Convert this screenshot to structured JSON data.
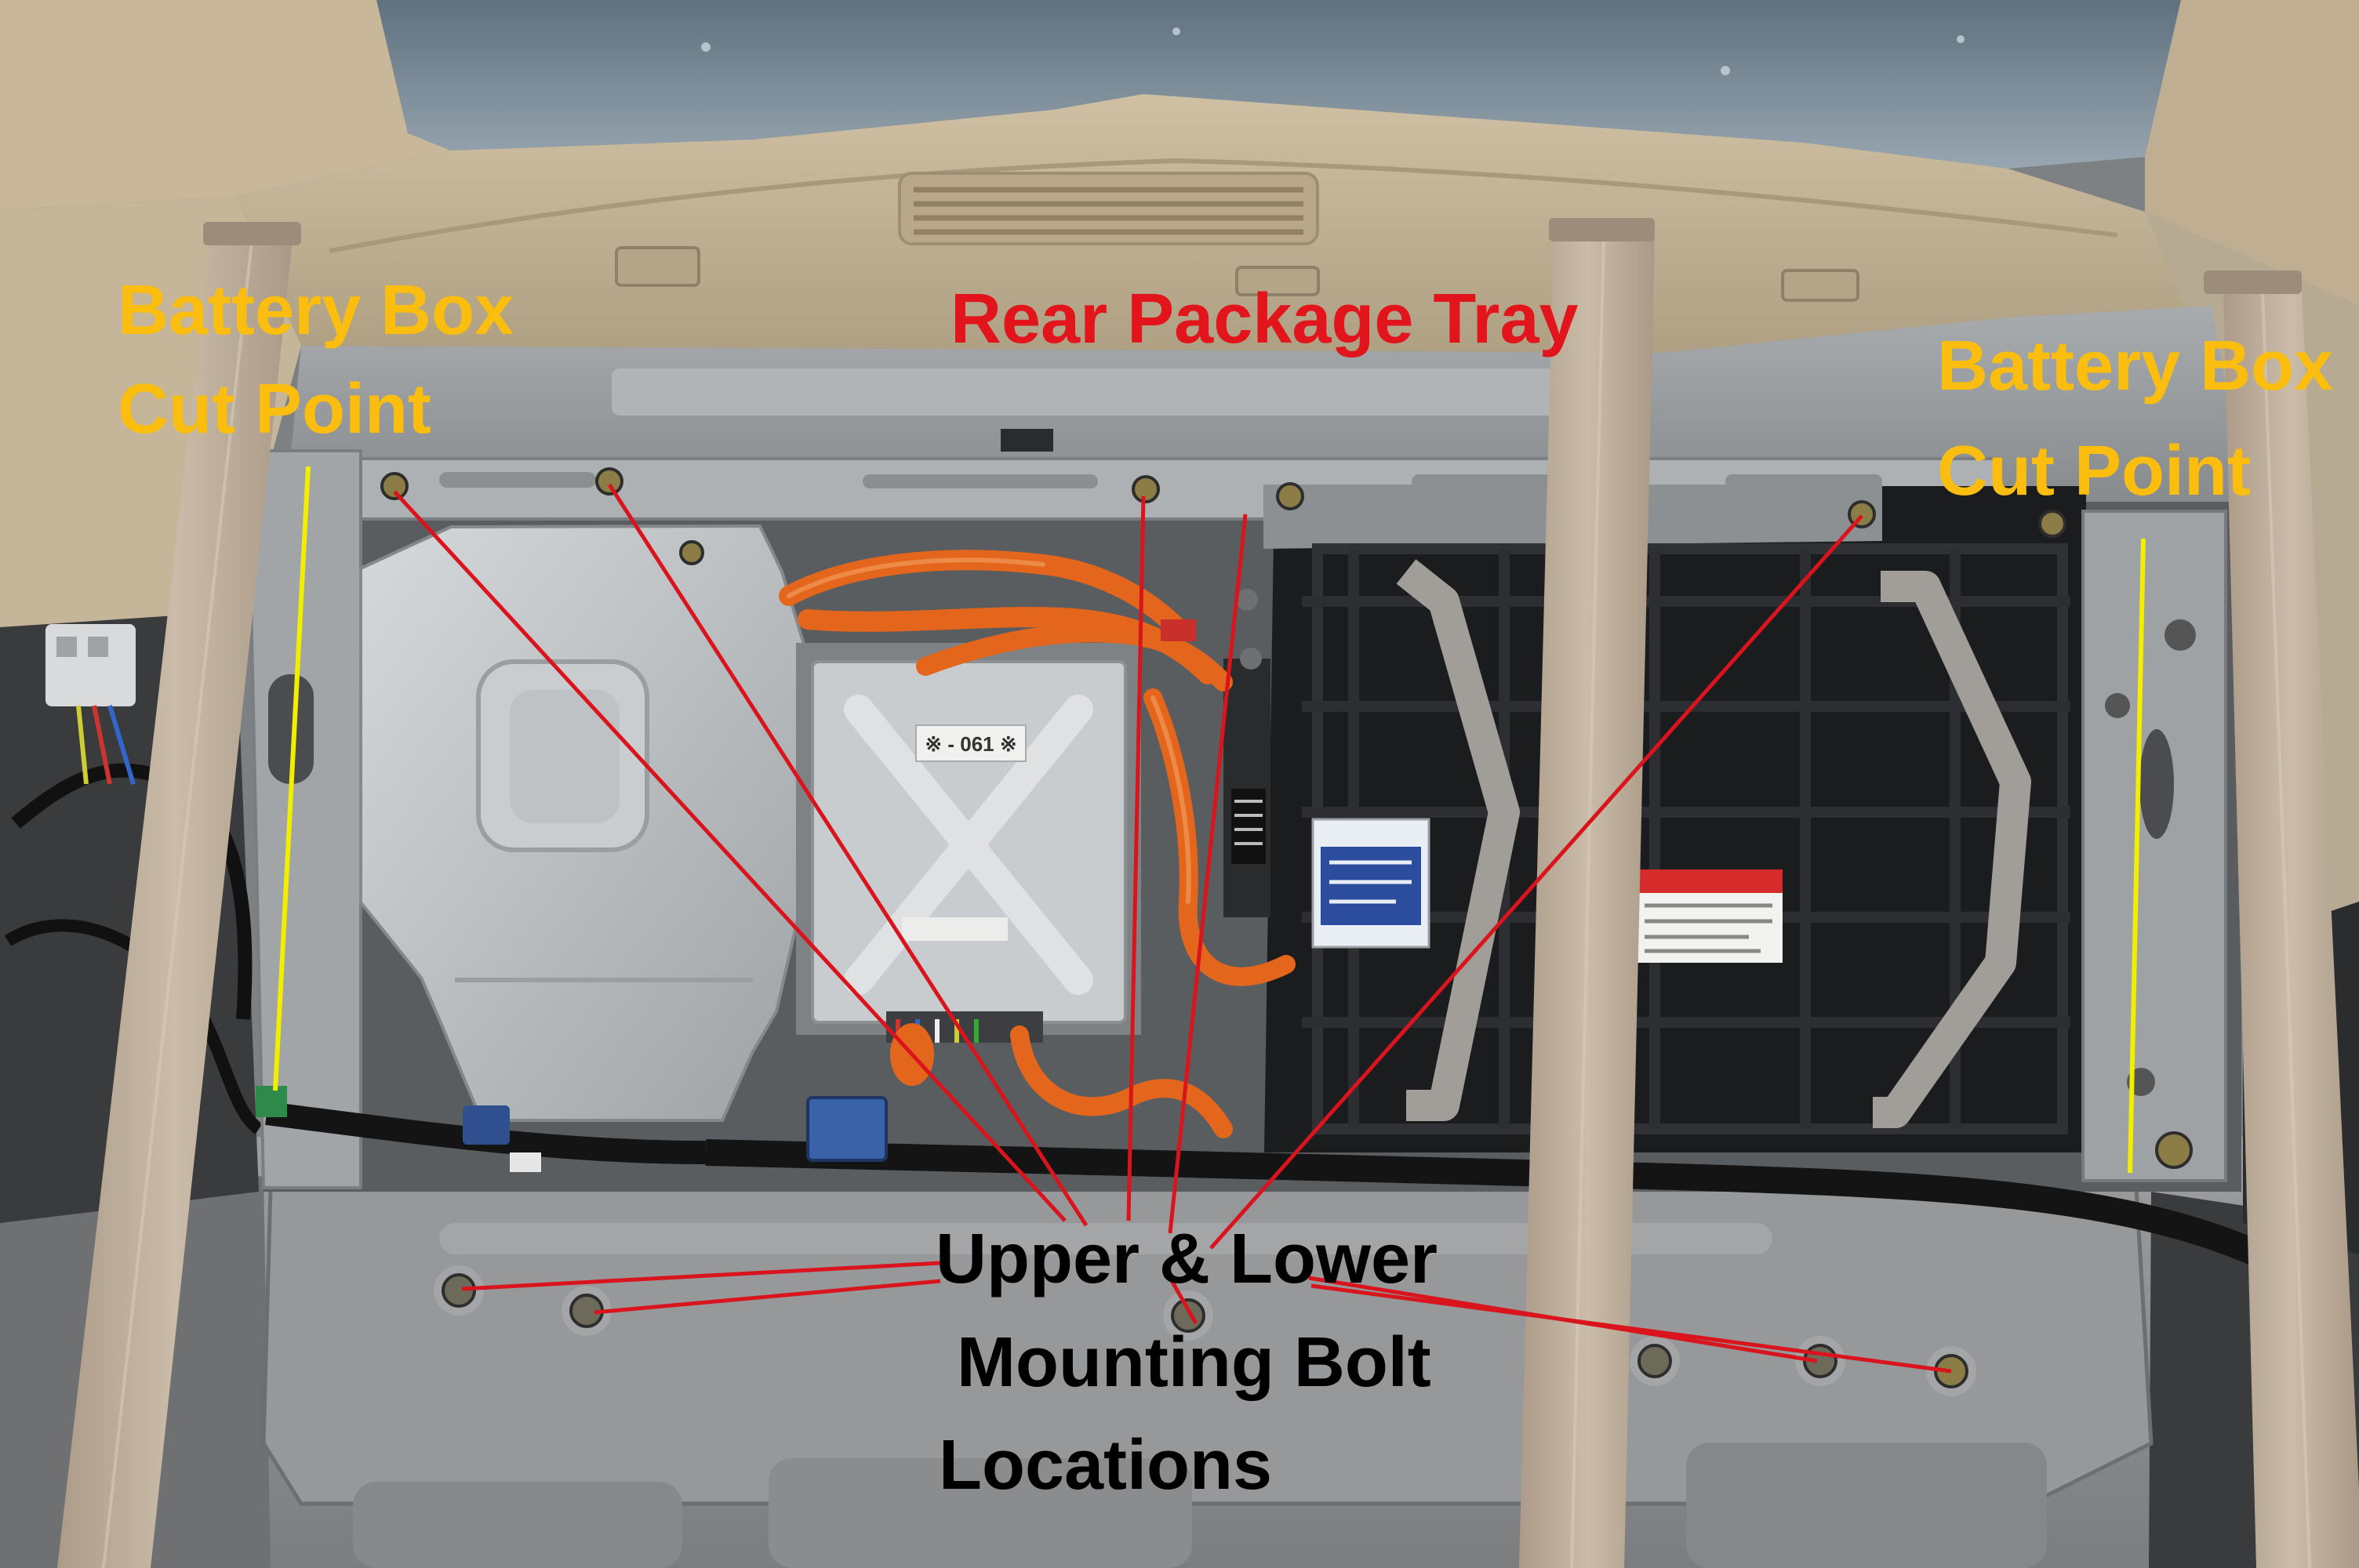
{
  "annotations": {
    "left_cut_point": {
      "line1": "Battery Box",
      "line2": "Cut Point"
    },
    "right_cut_point": {
      "line1": "Battery Box",
      "line2": "Cut Point"
    },
    "package_tray": {
      "label": "Rear Package Tray"
    },
    "mounting_bolts": {
      "line1": "Upper & Lower",
      "line2": "Mounting Bolt",
      "line3": "Locations"
    }
  },
  "component_labels": {
    "ecu_sticker": "※ - 061 ※"
  },
  "colors": {
    "cut_point_text": "#fbbd0e",
    "package_tray_text": "#e2141c",
    "mounting_bolt_text": "#000000",
    "cut_line": "#f2ee00",
    "pointer_line": "#d9141c"
  }
}
